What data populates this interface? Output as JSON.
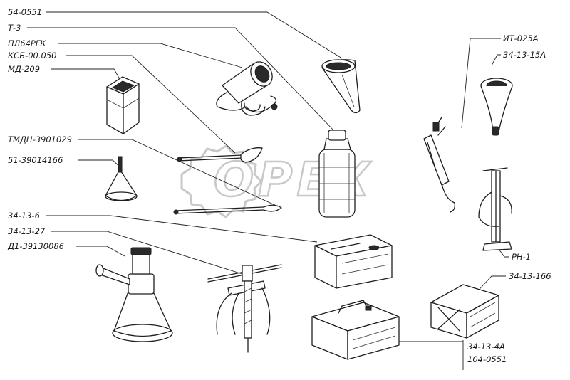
{
  "watermark": "OPEX",
  "labels": {
    "p54_0551": "54-0551",
    "t3": "Т-3",
    "pl64": "ПЛ64РГК",
    "ksb": "КСБ-00.050",
    "md209": "МД-209",
    "tmdn": "ТМДН-3901029",
    "p51": "51-39014166",
    "p34_13_6": "34-13-6",
    "p34_13_27": "34-13-27",
    "d1": "Д1-39130086",
    "it025a": "ИТ-025А",
    "p34_13_15a": "34-13-15А",
    "rn1": "РН-1",
    "p34_13_166": "34-13-166",
    "p34_13_4a": "34-13-4А",
    "p104_0551": "104-0551"
  }
}
